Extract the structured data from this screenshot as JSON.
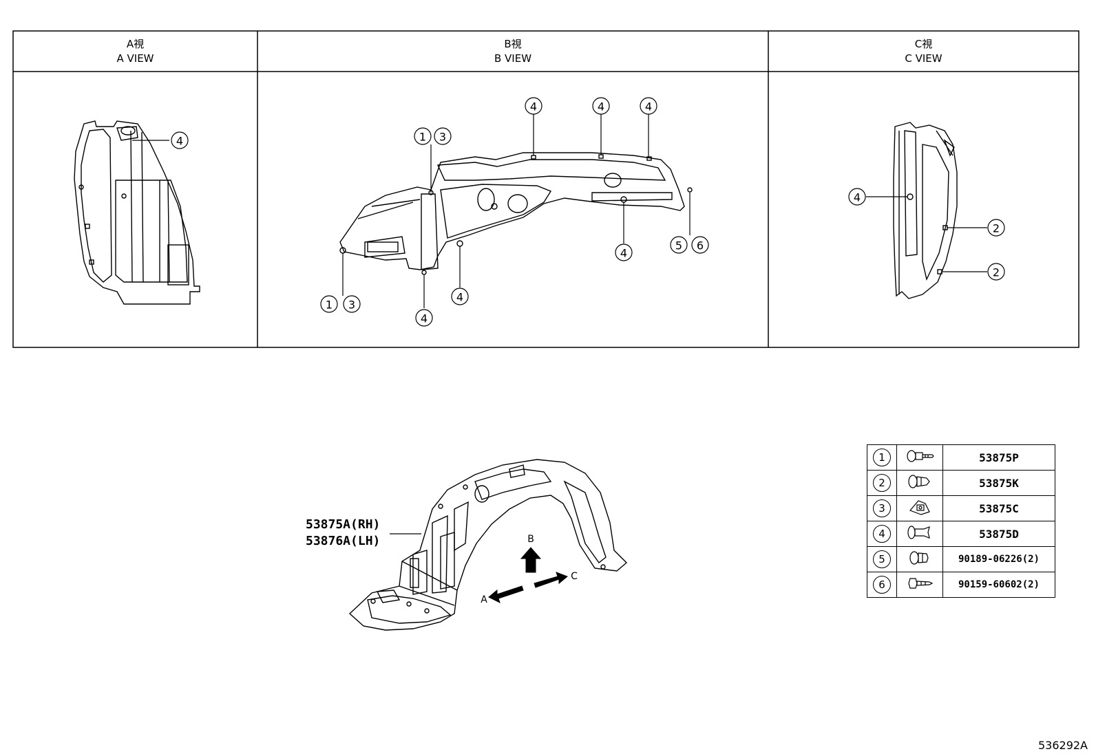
{
  "views": [
    {
      "title_jp": "A視",
      "title_en": "A VIEW"
    },
    {
      "title_jp": "B視",
      "title_en": "B VIEW"
    },
    {
      "title_jp": "C視",
      "title_en": "C VIEW"
    }
  ],
  "callouts": {
    "one": "①",
    "two": "②",
    "three": "③",
    "four": "④",
    "five": "⑤",
    "six": "⑥"
  },
  "main_part": {
    "rh": "53875A(RH)",
    "lh": "53876A(LH)"
  },
  "arrows": {
    "a": "A",
    "b": "B",
    "c": "C"
  },
  "legend": [
    {
      "num": "1",
      "icon": "screw-grommet-icon",
      "part": "53875P"
    },
    {
      "num": "2",
      "icon": "clip-icon",
      "part": "53875K"
    },
    {
      "num": "3",
      "icon": "nut-clip-icon",
      "part": "53875C"
    },
    {
      "num": "4",
      "icon": "push-clip-icon",
      "part": "53875D"
    },
    {
      "num": "5",
      "icon": "grommet-icon",
      "part": "90189-06226(2)"
    },
    {
      "num": "6",
      "icon": "screw-icon",
      "part": "90159-60602(2)"
    }
  ],
  "diagram_code": "536292A"
}
